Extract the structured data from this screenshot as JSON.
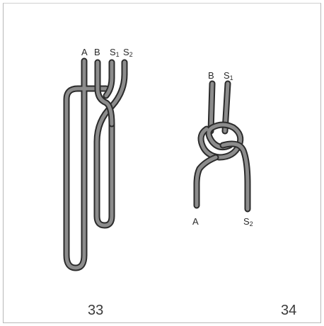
{
  "figure33": {
    "number": "33",
    "labels": {
      "a": "A",
      "b": "B",
      "s1_main": "S",
      "s1_sub": "1",
      "s2_main": "S",
      "s2_sub": "2"
    }
  },
  "figure34": {
    "number": "34",
    "labels": {
      "b": "B",
      "s1_main": "S",
      "s1_sub": "1",
      "a": "A",
      "s2_main": "S",
      "s2_sub": "2"
    }
  },
  "colors": {
    "rope_outline": "#2b2b2b",
    "rope_fill": "#8c8c8c",
    "frame": "#c0c0c0"
  }
}
